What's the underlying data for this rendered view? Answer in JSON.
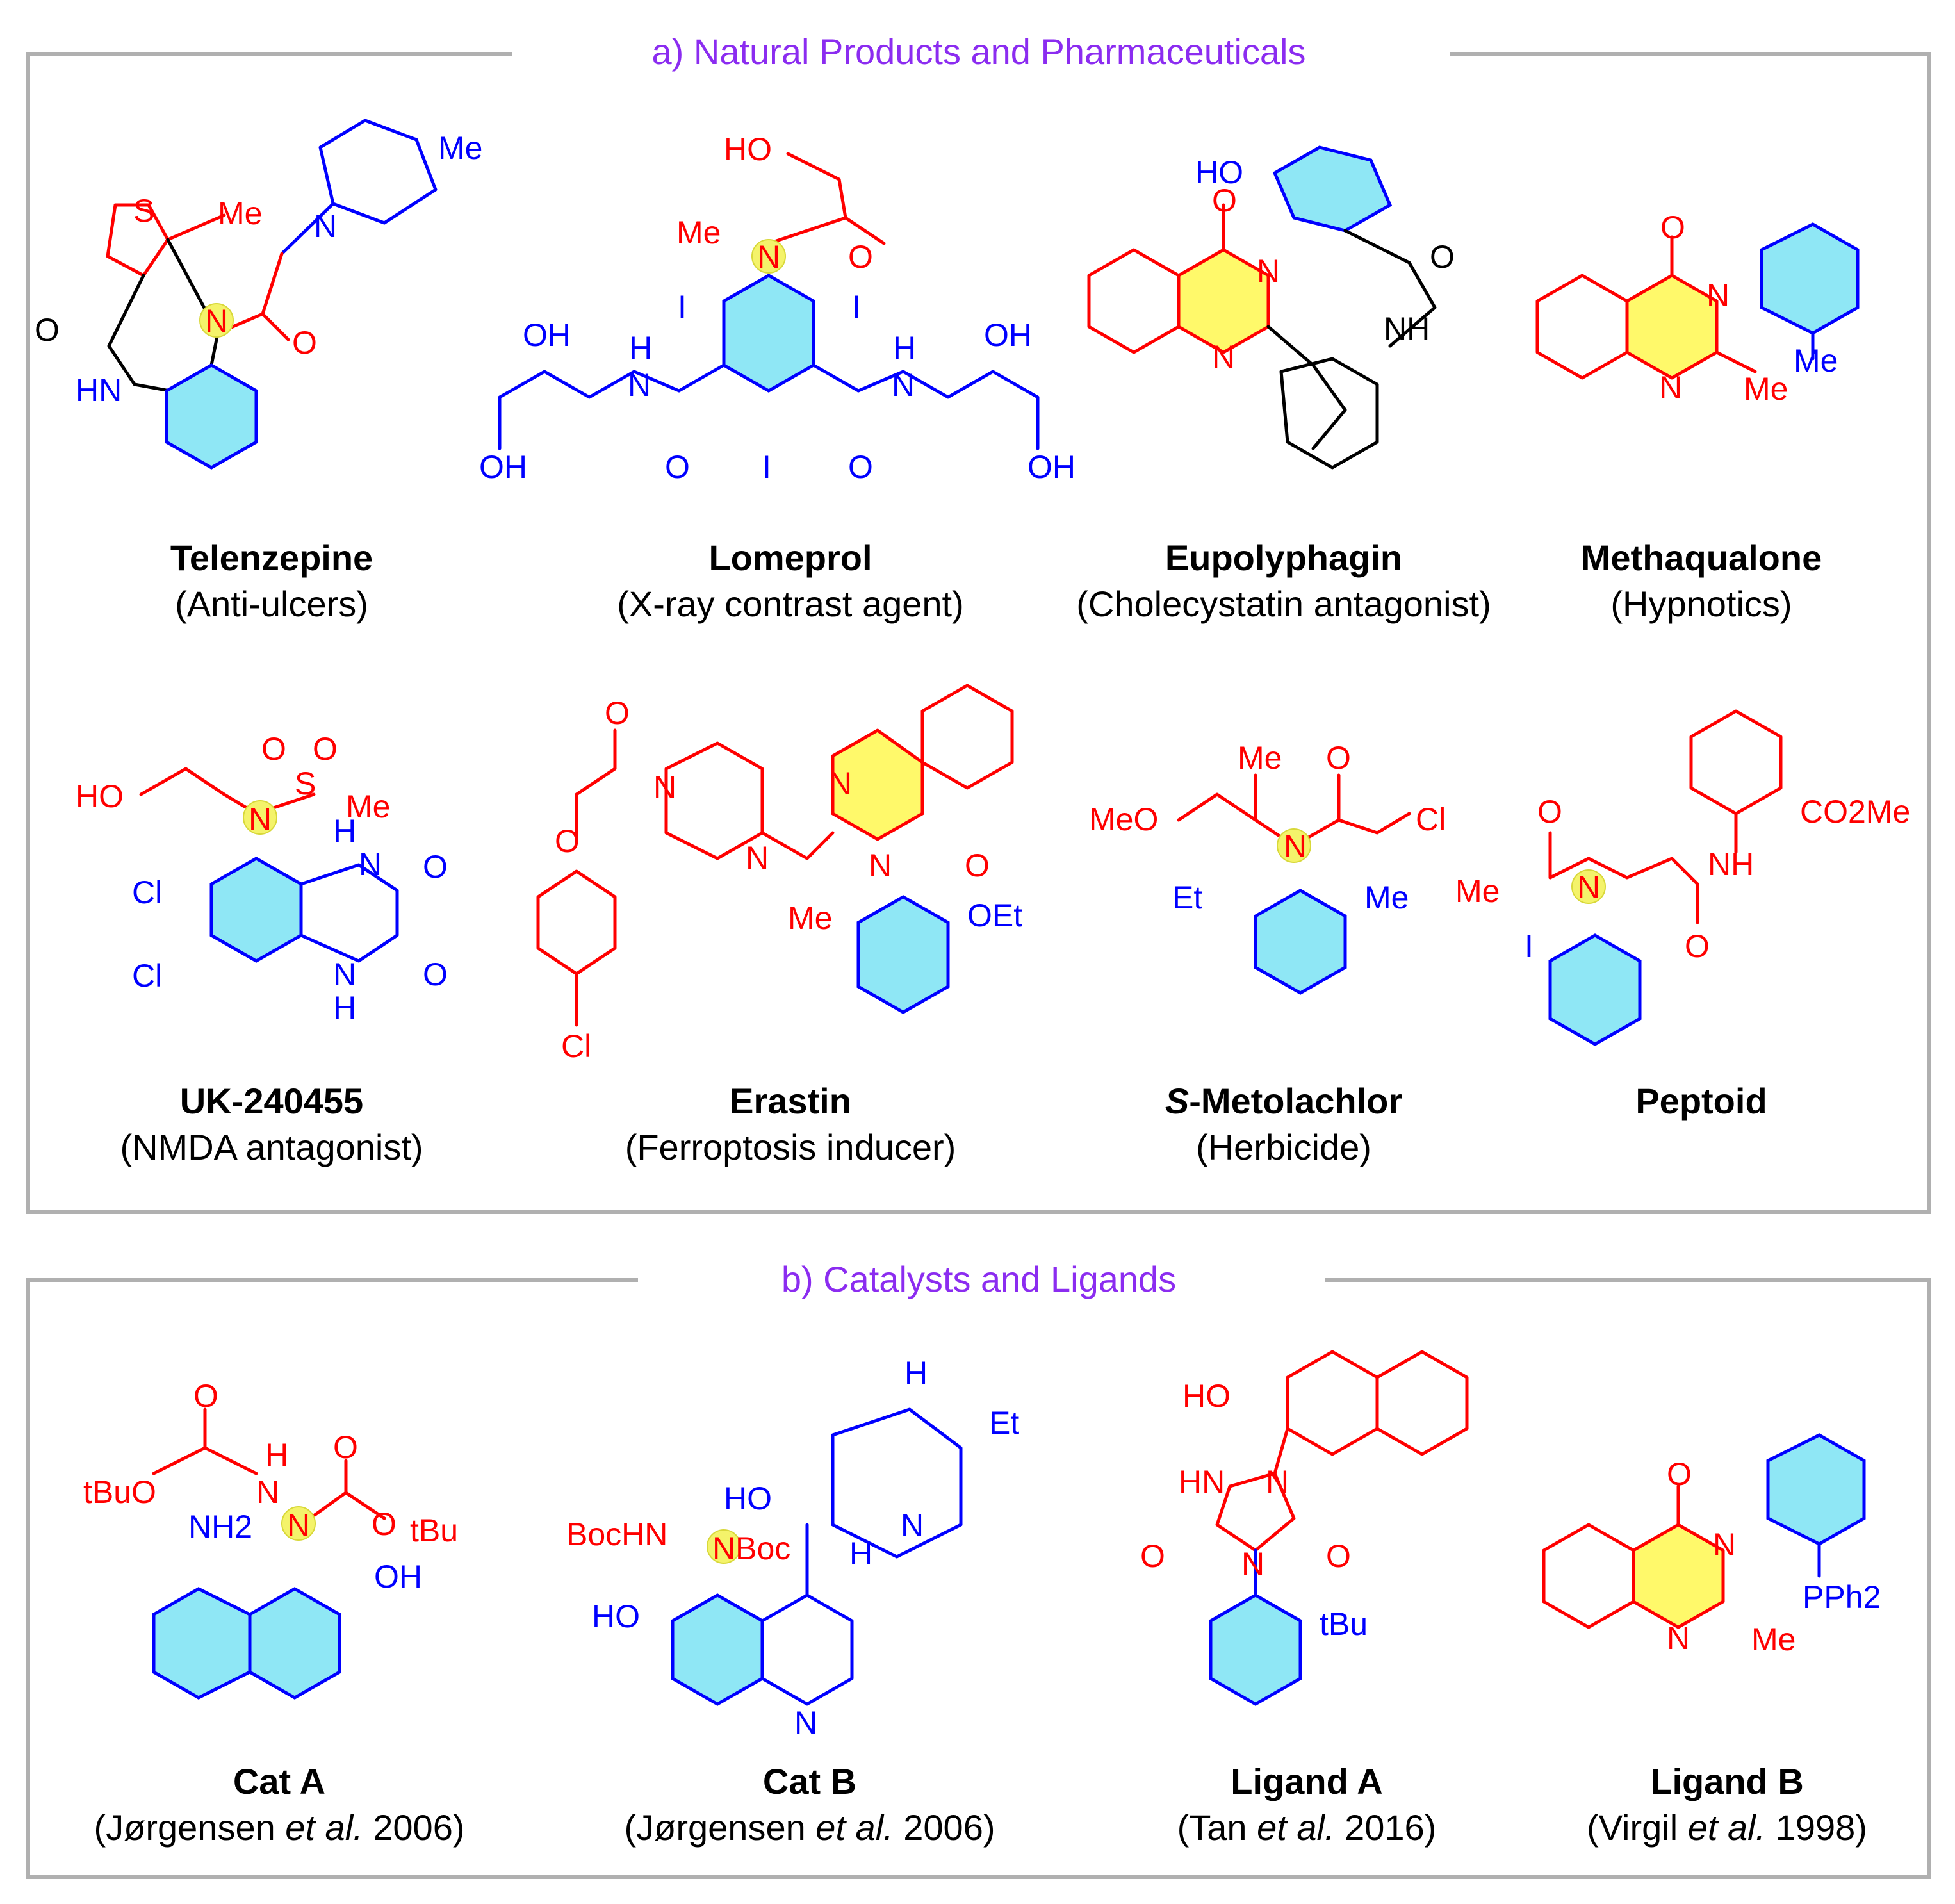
{
  "panels": {
    "a": {
      "title": "a) Natural Products and Pharmaceuticals"
    },
    "b": {
      "title": "b) Catalysts and Ligands"
    }
  },
  "compounds": {
    "telenzepine": {
      "name": "Telenzepine",
      "desc": "(Anti-ulcers)"
    },
    "lomeprol": {
      "name": "Lomeprol",
      "desc": "(X-ray contrast agent)"
    },
    "eupolyphagin": {
      "name": "Eupolyphagin",
      "desc": "(Cholecystatin antagonist)"
    },
    "methaqualone": {
      "name": "Methaqualone",
      "desc": "(Hypnotics)"
    },
    "uk240455": {
      "name": "UK-240455",
      "desc": "(NMDA antagonist)"
    },
    "erastin": {
      "name": "Erastin",
      "desc": "(Ferroptosis inducer)"
    },
    "metolachlor": {
      "name_prefix": "S",
      "name": "-Metolachlor",
      "desc": "(Herbicide)"
    },
    "peptoid": {
      "name": "Peptoid",
      "desc": ""
    },
    "cat_a": {
      "name": "Cat A",
      "desc_pre": "(Jørgensen ",
      "desc_it": "et al.",
      "desc_post": " 2006)"
    },
    "cat_b": {
      "name": "Cat B",
      "desc_pre": "(Jørgensen ",
      "desc_it": "et al.",
      "desc_post": " 2006)"
    },
    "ligand_a": {
      "name": "Ligand A",
      "desc_pre": "(Tan ",
      "desc_it": "et al.",
      "desc_post": " 2016)"
    },
    "ligand_b": {
      "name": "Ligand B",
      "desc_pre": "(Virgil ",
      "desc_it": "et al.",
      "desc_post": " 1998)"
    }
  },
  "atom_labels": {
    "telenzepine": [
      "S",
      "Me",
      "Me",
      "N",
      "N",
      "O",
      "O",
      "HN"
    ],
    "lomeprol": [
      "HO",
      "Me",
      "N",
      "O",
      "I",
      "I",
      "I",
      "OH",
      "H",
      "N",
      "OH",
      "O",
      "H",
      "N",
      "OH",
      "O",
      "OH"
    ],
    "eupolyphagin": [
      "HO",
      "O",
      "N",
      "N",
      "O",
      "NH"
    ],
    "methaqualone": [
      "O",
      "N",
      "N",
      "Me",
      "Me"
    ],
    "uk240455": [
      "O",
      "O",
      "S",
      "Me",
      "HO",
      "N",
      "H",
      "N",
      "Cl",
      "O",
      "Cl",
      "O",
      "N",
      "H"
    ],
    "erastin": [
      "O",
      "N",
      "N",
      "N",
      "O",
      "N",
      "O",
      "Me",
      "OEt",
      "Cl"
    ],
    "metolachlor": [
      "Me",
      "O",
      "MeO",
      "N",
      "Cl",
      "Et",
      "Me"
    ],
    "peptoid": [
      "CO2Me",
      "O",
      "NH",
      "Me",
      "N",
      "O",
      "I"
    ],
    "cat_a": [
      "O",
      "O",
      "H",
      "tBuO",
      "N",
      "O",
      "tBu",
      "NH2",
      "N",
      "OH"
    ],
    "cat_b": [
      "H",
      "Et",
      "HO",
      "BocHN",
      "NBoc",
      "H",
      "N",
      "HO",
      "N"
    ],
    "ligand_a": [
      "HO",
      "HN",
      "N",
      "O",
      "N",
      "O",
      "tBu"
    ],
    "ligand_b": [
      "O",
      "N",
      "N",
      "Me",
      "PPh2"
    ]
  },
  "colors": {
    "frame": "#b0b0b0",
    "panel_title": "#8b2cf0",
    "fragment_red": "#ff0000",
    "fragment_blue": "#0000ff",
    "aryl_fill": "#8fe7f5",
    "heterocycle_fill": "#fff96a"
  }
}
